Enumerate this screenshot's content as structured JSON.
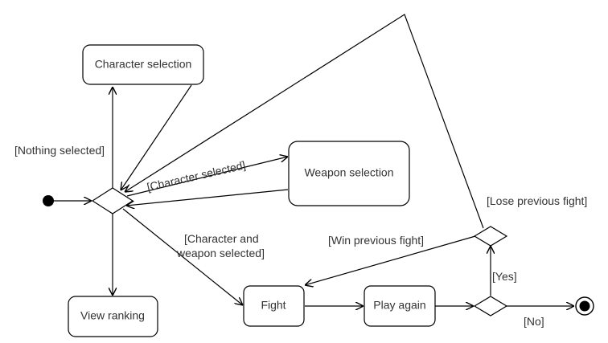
{
  "states": {
    "character_selection": "Character selection",
    "weapon_selection": "Weapon selection",
    "view_ranking": "View ranking",
    "fight": "Fight",
    "play_again": "Play again"
  },
  "guards": {
    "nothing_selected": "[Nothing selected]",
    "character_selected": "[Character selected]",
    "character_and_weapon_line1": "[Character and",
    "character_and_weapon_line2": "weapon selected]",
    "win_previous_fight": "[Win previous fight]",
    "lose_previous_fight": "[Lose previous fight]",
    "yes": "[Yes]",
    "no": "[No]"
  }
}
